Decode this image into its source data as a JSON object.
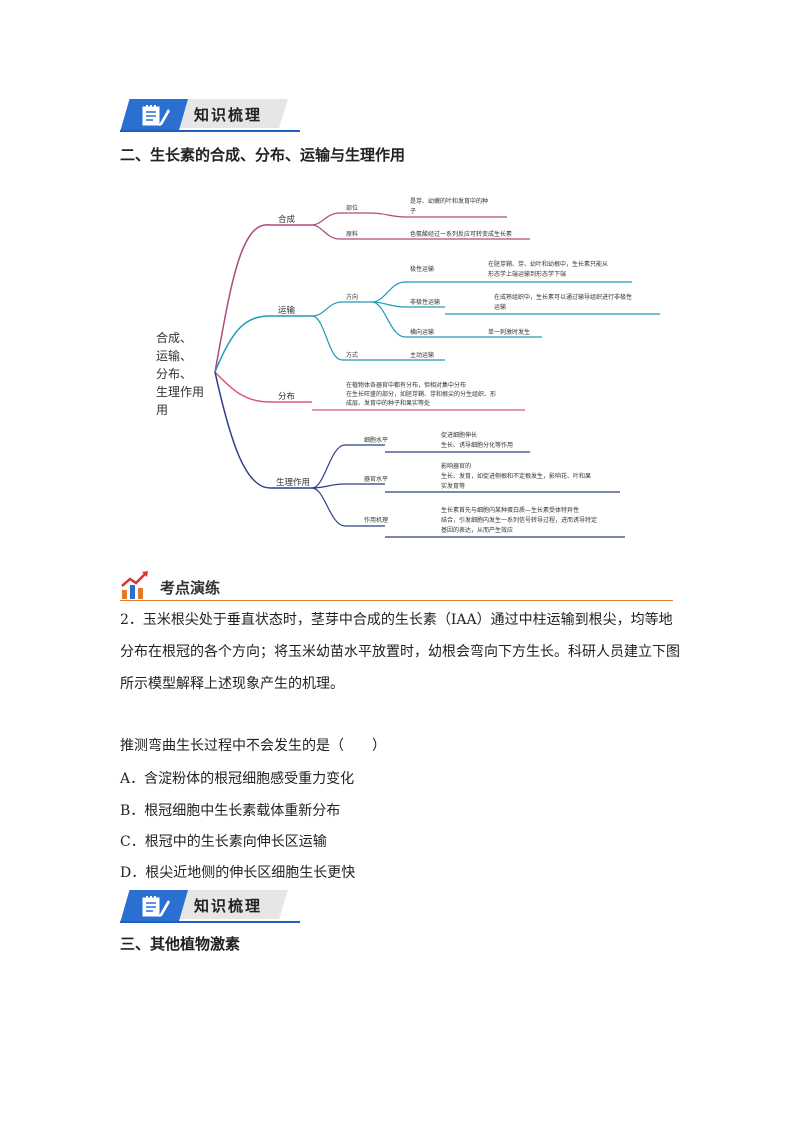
{
  "banner1": {
    "title": "知识梳理"
  },
  "section2": {
    "title": "二、生长素的合成、分布、运输与生理作用"
  },
  "mindmap": {
    "root": [
      "合成、",
      "运输、",
      "分布、",
      "生理作用",
      "用"
    ],
    "synthesis": {
      "label": "合成",
      "site_label": "部位",
      "site_text": [
        "是芽、幼嫩的叶和发育中的种",
        "子"
      ],
      "material_label": "原料",
      "material_text": "色氨酸经过一系列反应可转变成生长素"
    },
    "transport": {
      "label": "运输",
      "direction_label": "方向",
      "polar_label": "极性运输",
      "polar_text": [
        "在胚芽鞘、芽、幼叶和幼根中，生长素只能从",
        "形态学上端运输到形态学下端"
      ],
      "nonpolar_label": "非极性运输",
      "nonpolar_text": [
        "在成熟组织中，生长素可以通过输导组织进行非极性",
        "运输"
      ],
      "lateral_label": "横向运输",
      "lateral_text": "单一刺激时发生",
      "mode_label": "方式",
      "mode_text": "主动运输"
    },
    "distribution": {
      "label": "分布",
      "text": [
        "在植物体各器官中都有分布，但相对集中分布",
        "在生长旺盛的部分，如胚芽鞘、芽和根尖的分生组织、形",
        "成层、发育中的种子和果实等处"
      ]
    },
    "physiology": {
      "label": "生理作用",
      "cell_label": "细胞水平",
      "cell_text": [
        "促进细胞伸长",
        "生长、诱导细胞分化等作用"
      ],
      "organ_label": "器官水平",
      "organ_text": [
        "影响器官的",
        "生长、发育，如促进侧根和不定根发生，影响花、叶和果",
        "实发育等"
      ],
      "mechanism_label": "作用机理",
      "mechanism_text": [
        "生长素首先与细胞内某种蛋白质—生长素受体特异性",
        "结合，引发细胞内发生一系列信号转导过程，进而诱导特定",
        "基因的表达，从而产生效应"
      ]
    }
  },
  "exam": {
    "title": "考点演练"
  },
  "question": {
    "lines": [
      "2．玉米根尖处于垂直状态时，茎芽中合成的生长素（IAA）通过中柱运输到根尖，均等地",
      "分布在根冠的各个方向；将玉米幼苗水平放置时，幼根会弯向下方生长。科研人员建立下图",
      "所示模型解释上述现象产生的机理。"
    ],
    "prompt": "推测弯曲生长过程中不会发生的是（　　）",
    "options": [
      "A．含淀粉体的根冠细胞感受重力变化",
      "B．根冠细胞中生长素载体重新分布",
      "C．根冠中的生长素向伸长区运输",
      "D．根尖近地侧的伸长区细胞生长更快"
    ]
  },
  "banner2": {
    "title": "知识梳理"
  },
  "section3": {
    "title": "三、其他植物激素"
  },
  "colors": {
    "accent_blue": "#2b6fd0",
    "synthesis_branch": "#b0487f",
    "transport_branch": "#1f9ab8",
    "distribution_branch": "#d95a72",
    "physiology_branch": "#2c3f86",
    "exam_orange": "#e07a2a"
  }
}
